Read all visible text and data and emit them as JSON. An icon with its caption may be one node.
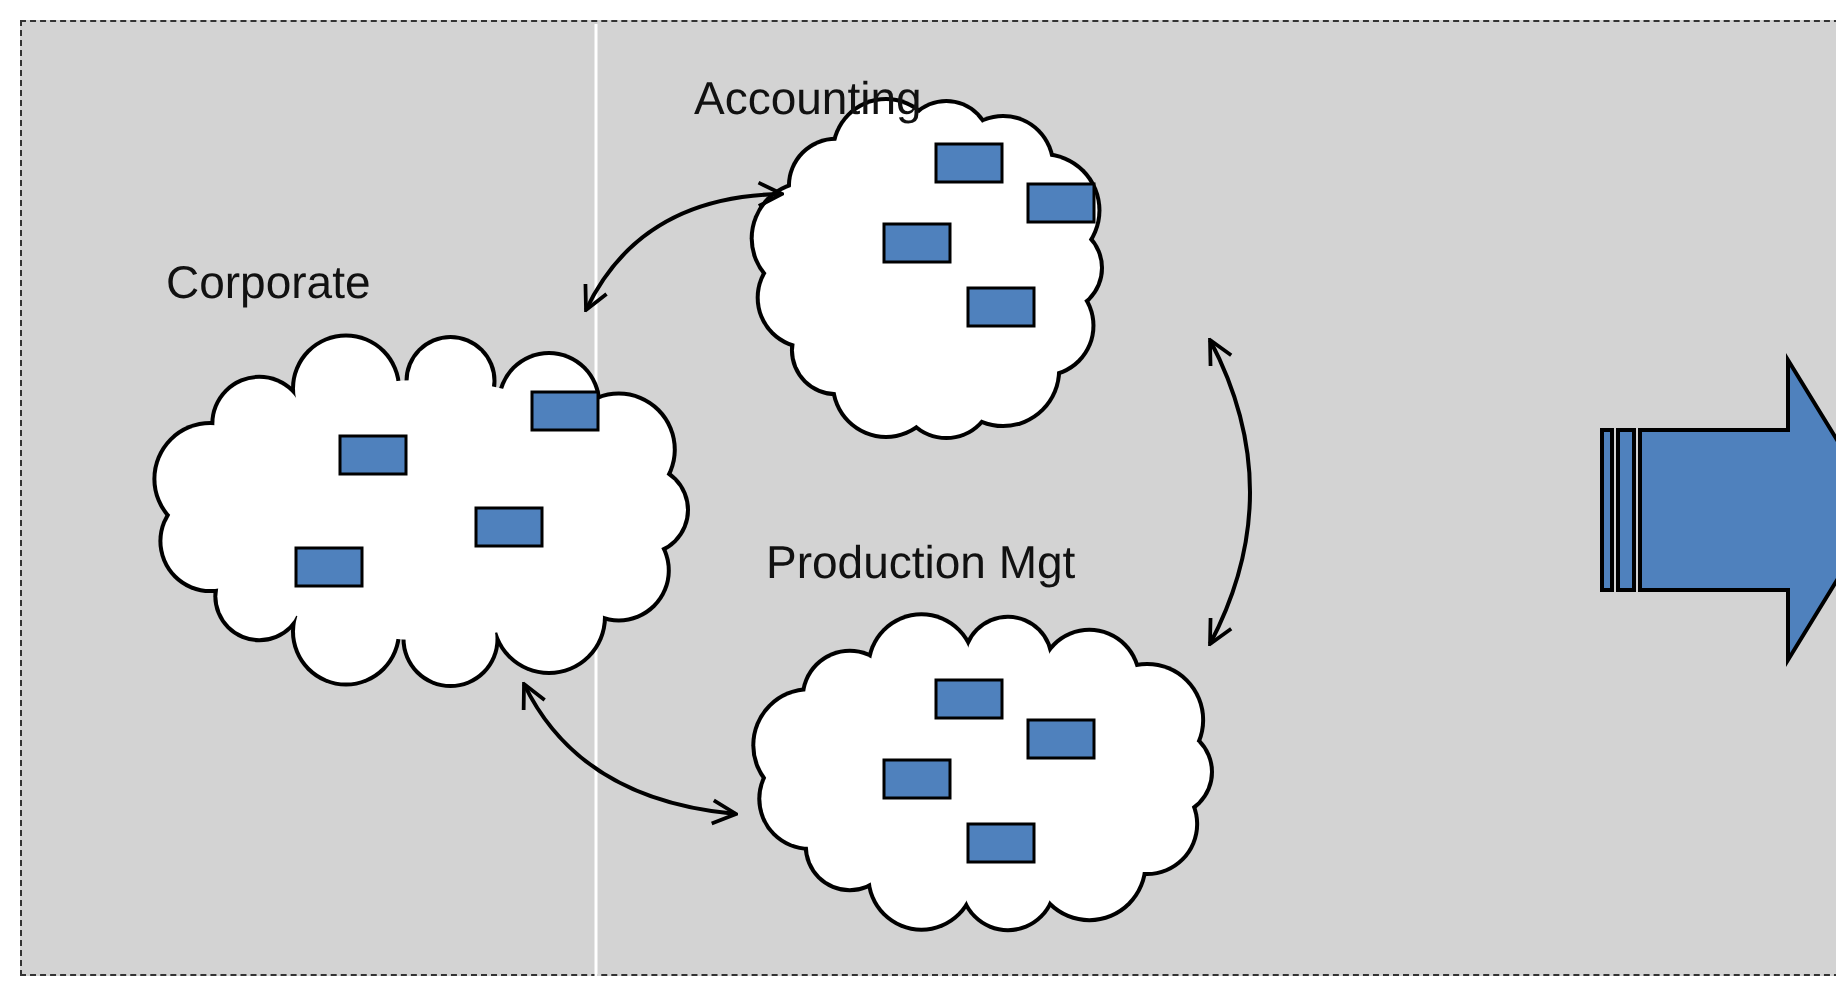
{
  "diagram": {
    "nodes": [
      {
        "text": [
          "Corporate"
        ]
      },
      {
        "text": [
          "Accounting"
        ]
      },
      {
        "text": [
          "Production Mgt"
        ]
      }
    ],
    "edges": [
      {
        "from": 0,
        "to": 1,
        "arrow": "both"
      },
      {
        "from": 0,
        "to": 2,
        "arrow": "both"
      },
      {
        "from": 1,
        "to": 2,
        "arrow": "both"
      }
    ]
  }
}
